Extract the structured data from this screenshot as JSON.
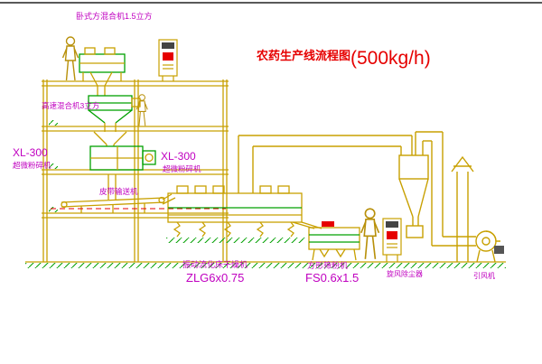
{
  "title": {
    "name": "农药生产线流程图",
    "capacity": "(500kg/h)"
  },
  "labels": {
    "top_mixer": "卧式方混合机1.5立方",
    "high_speed_mixer": "高速混合机3立方",
    "mill_left_model": "XL-300",
    "mill_left_name": "超微粉碎机",
    "mill_mid_model": "XL-300",
    "mill_mid_name": "超微粉碎机",
    "belt_conveyor": "皮带输送机",
    "dryer_name": "振动流化床干燥机",
    "dryer_model": "ZLG6x0.75",
    "sieve_name": "方形筛粉机",
    "sieve_model": "FS0.6x1.5",
    "cyclone": "旋风除尘器",
    "fan": "引风机"
  },
  "colors": {
    "structure_yellow": "#C8A000",
    "equipment_green": "#00A000",
    "label_magenta": "#C000C0",
    "title_red": "#E60000",
    "accent_red": "#E60000"
  }
}
